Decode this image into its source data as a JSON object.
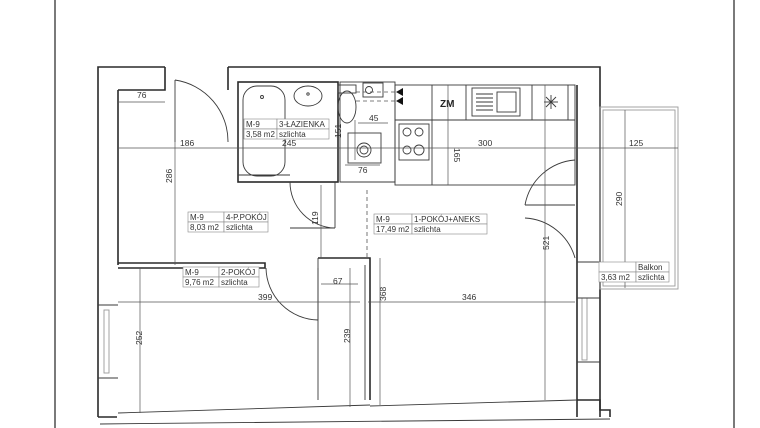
{
  "plan": {
    "floor_code": "M-9",
    "rooms": [
      {
        "id": "1",
        "code": "M-9",
        "name": "1-POKÓJ+ANEKS",
        "area": "17,49 m2",
        "finish": "szlichta"
      },
      {
        "id": "2",
        "code": "M-9",
        "name": "2-POKÓJ",
        "area": "9,76 m2",
        "finish": "szlichta"
      },
      {
        "id": "3",
        "code": "M-9",
        "name": "3-ŁAZIENKA",
        "area": "3,58 m2",
        "finish": "szlichta"
      },
      {
        "id": "4",
        "code": "M-9",
        "name": "4-P.POKÓJ",
        "area": "8,03 m2",
        "finish": "szlichta"
      },
      {
        "id": "balkon",
        "code": "",
        "name": "Balkon",
        "area": "3,63 m2",
        "finish": "szlichta"
      }
    ],
    "dimensions": {
      "d76_top": "76",
      "d186": "186",
      "d245": "245",
      "d300": "300",
      "d125": "125",
      "d286": "286",
      "d151": "151",
      "d45": "45",
      "d76_wm": "76",
      "d165": "165",
      "d290": "290",
      "d119": "119",
      "d521": "521",
      "d67": "67",
      "d399": "399",
      "d368": "368",
      "d346": "346",
      "d252": "252",
      "d239": "239"
    },
    "kitchen": {
      "fridge_label": "ZM"
    }
  }
}
